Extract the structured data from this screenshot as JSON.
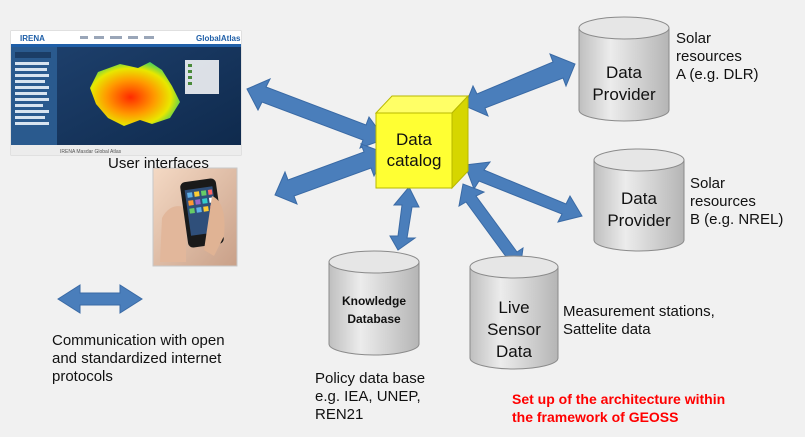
{
  "screenshot": {
    "header_left": "IRENA",
    "header_right": "GlobalAtlas",
    "footer_logos": "IRENA  Masdar  Global Atlas"
  },
  "catalog": {
    "line1": "Data",
    "line2": "catalog"
  },
  "user_interfaces_label": "User interfaces",
  "provider_a": {
    "cyl_line1": "Data",
    "cyl_line2": "Provider",
    "desc": [
      "Solar",
      "resources",
      "A  (e.g. DLR)"
    ]
  },
  "provider_b": {
    "cyl_line1": "Data",
    "cyl_line2": "Provider",
    "desc": [
      "Solar",
      "resources",
      "B  (e.g. NREL)"
    ]
  },
  "knowledge_db": {
    "cyl_line1": "Knowledge",
    "cyl_line2": "Database",
    "desc": [
      "Policy data base",
      "e.g. IEA, UNEP,",
      "REN21"
    ]
  },
  "live_sensor": {
    "cyl_line1": "Live",
    "cyl_line2": "Sensor",
    "cyl_line3": "Data",
    "desc": [
      "Measurement stations,",
      "Sattelite data"
    ]
  },
  "legend": {
    "desc": [
      "Communication with open",
      "and standardized internet",
      "protocols"
    ]
  },
  "footnote": [
    "Set up of the architecture within",
    "the framework of GEOSS"
  ],
  "colors": {
    "arrow": "#4a7ebb",
    "arrow_stroke": "#3a6aa5",
    "cube": "#ffff33",
    "cylinder": "#d9d9d9",
    "footnote": "#ff0000",
    "background": "#f1f1f1"
  }
}
